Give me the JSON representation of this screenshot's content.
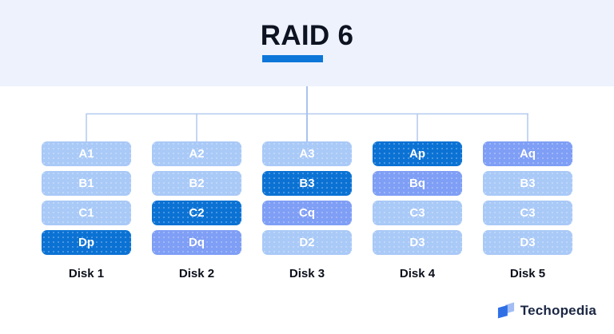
{
  "header": {
    "title": "RAID 6"
  },
  "diagram": {
    "disks": [
      {
        "label": "Disk 1",
        "blocks": [
          {
            "label": "A1",
            "type": "data"
          },
          {
            "label": "B1",
            "type": "data"
          },
          {
            "label": "C1",
            "type": "data"
          },
          {
            "label": "Dp",
            "type": "parity-p"
          }
        ]
      },
      {
        "label": "Disk 2",
        "blocks": [
          {
            "label": "A2",
            "type": "data"
          },
          {
            "label": "B2",
            "type": "data"
          },
          {
            "label": "C2",
            "type": "parity-p"
          },
          {
            "label": "Dq",
            "type": "parity-q"
          }
        ]
      },
      {
        "label": "Disk 3",
        "blocks": [
          {
            "label": "A3",
            "type": "data"
          },
          {
            "label": "B3",
            "type": "parity-p"
          },
          {
            "label": "Cq",
            "type": "parity-q"
          },
          {
            "label": "D2",
            "type": "data"
          }
        ]
      },
      {
        "label": "Disk 4",
        "blocks": [
          {
            "label": "Ap",
            "type": "parity-p"
          },
          {
            "label": "Bq",
            "type": "parity-q"
          },
          {
            "label": "C3",
            "type": "data"
          },
          {
            "label": "D3",
            "type": "data"
          }
        ]
      },
      {
        "label": "Disk 5",
        "blocks": [
          {
            "label": "Aq",
            "type": "parity-q"
          },
          {
            "label": "B3",
            "type": "data"
          },
          {
            "label": "C3",
            "type": "data"
          },
          {
            "label": "D3",
            "type": "data"
          }
        ]
      }
    ]
  },
  "footer": {
    "brand": "Techopedia"
  },
  "colors": {
    "page_bg": "#ffffff",
    "header_bg": "#edf2fd",
    "title_color": "#0d1321",
    "underline": "#0c77d9",
    "block_data": "#a9c9f7",
    "block_parity_p": "#0b72d4",
    "block_parity_q": "#7f9ef5",
    "block_text": "#ffffff",
    "connector": "#b3c9ef",
    "connector_center": "#a9c3ee",
    "disk_label_color": "#0b0f1a",
    "brand_color": "#1a2642",
    "logo_front": "#2f6fe6",
    "logo_back": "#a3bdf4"
  }
}
